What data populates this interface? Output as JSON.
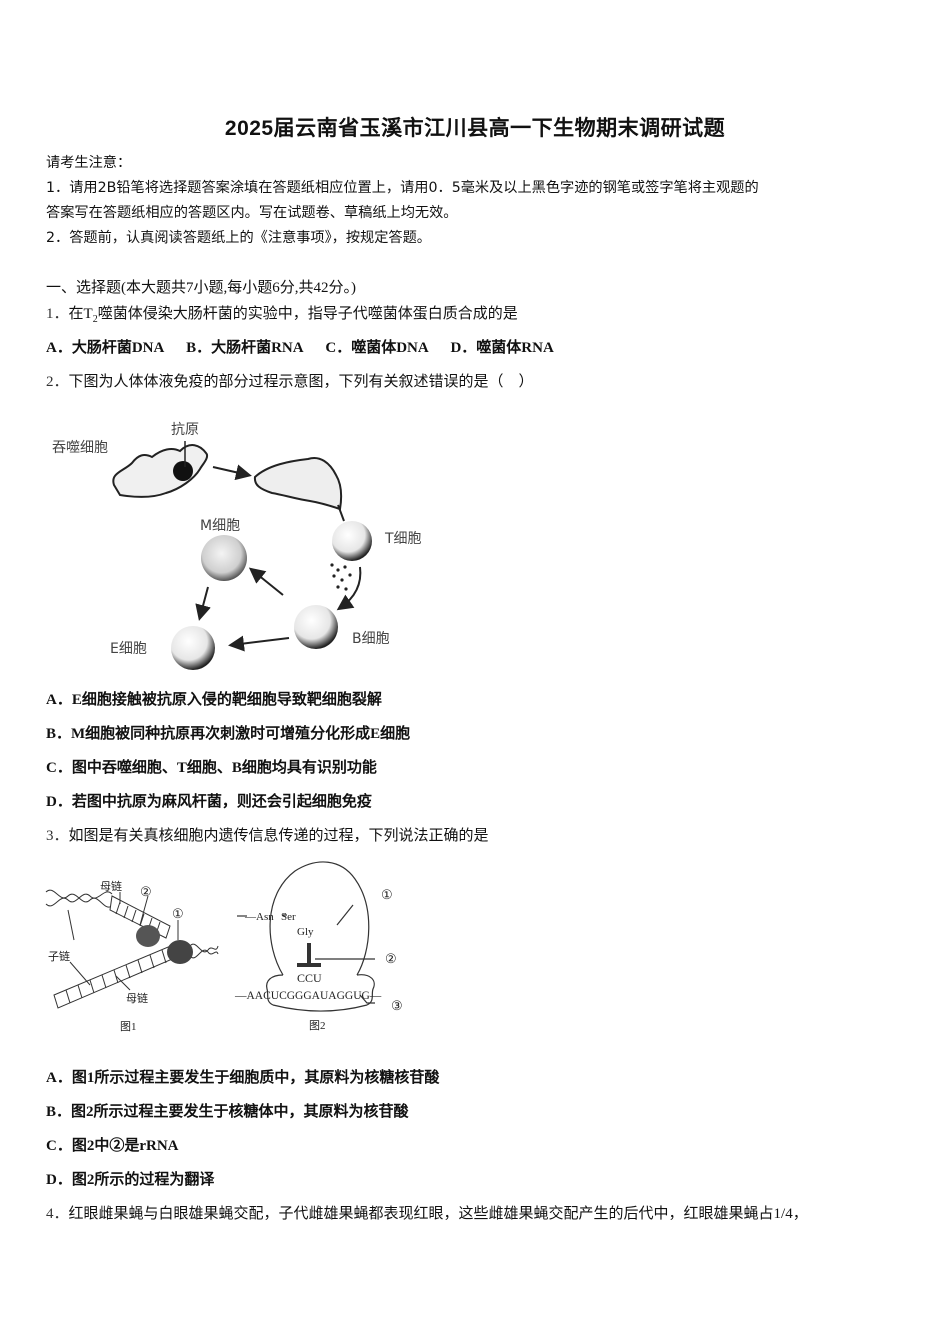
{
  "title": "2025届云南省玉溪市江川县高一下生物期末调研试题",
  "notice": {
    "heading": "请考生注意：",
    "items": [
      "1．请用2B铅笔将选择题答案涂填在答题纸相应位置上，请用0．5毫米及以上黑色字迹的钢笔或签字笔将主观题的",
      "答案写在答题纸相应的答题区内。写在试题卷、草稿纸上均无效。",
      "2．答题前，认真阅读答题纸上的《注意事项》，按规定答题。"
    ]
  },
  "section": {
    "heading": "一、选择题(本大题共7小题,每小题6分,共42分。)"
  },
  "questions": [
    {
      "number": "1．",
      "stem_prefix": "在T",
      "stem_sub": "2",
      "stem_suffix": "噬菌体侵染大肠杆菌的实验中，指导子代噬菌体蛋白质合成的是",
      "options": [
        "A．大肠杆菌DNA",
        "B．大肠杆菌RNA",
        "C．噬菌体DNA",
        "D．噬菌体RNA"
      ]
    },
    {
      "number": "2．",
      "stem": "下图为人体体液免疫的部分过程示意图，下列有关叙述错误的是（　）",
      "figure": {
        "labels": {
          "phagocyte": "吞噬细胞",
          "antigen": "抗原",
          "m_cell": "M细胞",
          "t_cell": "T细胞",
          "b_cell": "B细胞",
          "e_cell": "E细胞"
        }
      },
      "options": [
        "A．E细胞接触被抗原入侵的靶细胞导致靶细胞裂解",
        "B．M细胞被同种抗原再次刺激时可增殖分化形成E细胞",
        "C．图中吞噬细胞、T细胞、B细胞均具有识别功能",
        "D．若图中抗原为麻风杆菌，则还会引起细胞免疫"
      ]
    },
    {
      "number": "3．",
      "stem": "如图是有关真核细胞内遗传信息传递的过程，下列说法正确的是",
      "figure1": {
        "caption": "图1",
        "labels": {
          "parent_top": "母链",
          "parent_bottom": "母链",
          "daughter": "子链",
          "mark1": "①",
          "mark2": "②"
        }
      },
      "figure2": {
        "caption": "图2",
        "labels": {
          "asn": "—Asn",
          "ser": "Ser",
          "gly": "Gly",
          "anticodon": "CCU",
          "mrna": "—AACUCGGGAUAGGUG—",
          "mark1": "①",
          "mark2": "②",
          "mark3": "③"
        }
      },
      "options": [
        "A．图1所示过程主要发生于细胞质中，其原料为核糖核苷酸",
        "B．图2所示过程主要发生于核糖体中，其原料为核苷酸",
        "C．图2中②是rRNA",
        "D．图2所示的过程为翻译"
      ]
    },
    {
      "number": "4．",
      "stem": "红眼雌果蝇与白眼雄果蝇交配，子代雌雄果蝇都表现红眼，这些雌雄果蝇交配产生的后代中，红眼雄果蝇占1/4，"
    }
  ]
}
